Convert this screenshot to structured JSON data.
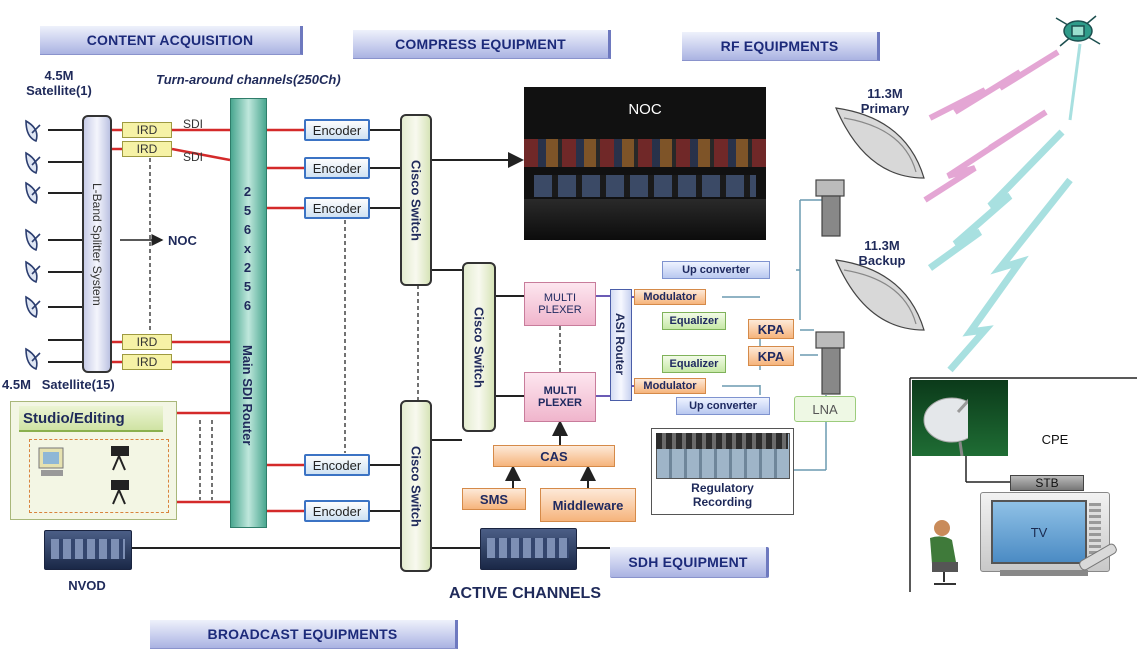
{
  "headers": {
    "content": "CONTENT ACQUISITION",
    "compress": "COMPRESS EQUIPMENT",
    "rf": "RF EQUIPMENTS",
    "broadcast": "BROADCAST EQUIPMENTS"
  },
  "satellite_top": "4.5M\nSatellite(1)",
  "satellite_bottom": "4.5M   Satellite(15)",
  "turnaround": "Turn-around channels(250Ch)",
  "splitter": "L-Band Splitter System",
  "noc_arrow": "NOC",
  "ird": "IRD",
  "sdi": "SDI",
  "router_digits": "2\n5\n6\nx\n2\n5\n6",
  "router_name": "Main SDI Router",
  "encoder": "Encoder",
  "cisco": "Cisco Switch",
  "noc": "NOC",
  "multiplexer": "MULTI\nPLEXER",
  "asi_router": "ASI Router",
  "modulator": "Modulator",
  "equalizer": "Equalizer",
  "up_converter": "Up converter",
  "kpa": "KPA",
  "lna": "LNA",
  "cas": "CAS",
  "sms": "SMS",
  "middleware": "Middleware",
  "regulatory": "Regulatory\nRecording",
  "primary": "11.3M\nPrimary",
  "backup": "11.3M\nBackup",
  "cpe": "CPE",
  "stb": "STB",
  "tv": "TV",
  "studio": "Studio/Editing",
  "nvod": "NVOD",
  "sdh": "SDH EQUIPMENT",
  "active_channels": "ACTIVE CHANNELS",
  "colors": {
    "header_text": "#1c2a7a",
    "link_red": "#d42a2a",
    "encoder_border": "#3b73c4"
  }
}
